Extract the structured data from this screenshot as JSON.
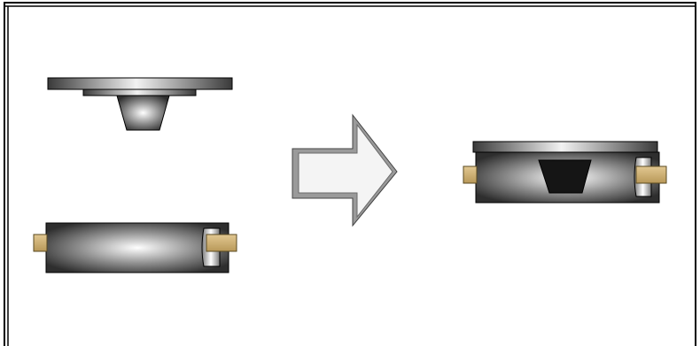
{
  "diagram": {
    "steps": [
      {
        "name": "separate-parts",
        "parts": [
          "punch-with-stem",
          "ring-die-with-key-tabs"
        ]
      },
      {
        "name": "assembled-part",
        "parts": [
          "closed-body-with-trapezoid-cavity",
          "key-tabs"
        ]
      }
    ],
    "connector": "right-arrow-icon",
    "colors": {
      "border": "#000000",
      "background": "#ffffff",
      "metal_dark": "#3a3a3a",
      "metal_light": "#f4f4f4",
      "tab_fill": "#cfb27a",
      "tab_stroke": "#5a4a20",
      "arrow_fill": "#f2f2f2",
      "arrow_stroke": "#6a6a6a",
      "cavity": "#151515"
    }
  }
}
